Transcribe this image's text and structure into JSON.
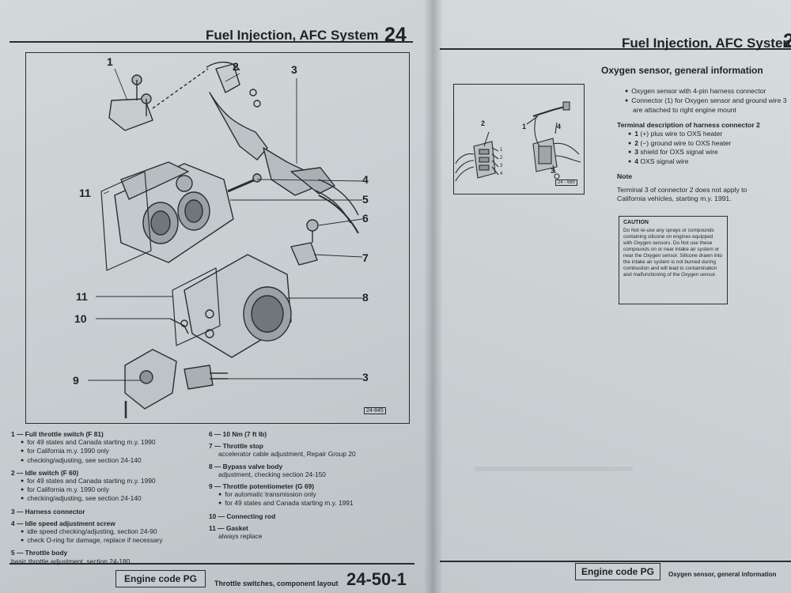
{
  "left_page": {
    "header_title": "Fuel Injection, AFC System",
    "header_number": "24",
    "figure_id": "24-845",
    "callouts": [
      "1",
      "2",
      "3",
      "4",
      "5",
      "6",
      "7",
      "8",
      "11",
      "10",
      "9",
      "3",
      "11"
    ],
    "legend_left": [
      {
        "head": "1 — Full throttle switch (F 81)",
        "lines": [
          "for 49 states and Canada starting m.y. 1990",
          "for California m.y. 1990 only",
          "checking/adjusting, see section 24-140"
        ]
      },
      {
        "head": "2 — Idle switch (F 60)",
        "lines": [
          "for 49 states and Canada starting m.y. 1990",
          "for California m.y. 1990 only",
          "checking/adjusting, see section 24-140"
        ]
      },
      {
        "head": "3 — Harness connector",
        "lines": []
      },
      {
        "head": "4 — Idle speed adjustment screw",
        "lines": [
          "idle speed checking/adjusting, section 24-90",
          "check O-ring for damage, replace if necessary"
        ]
      },
      {
        "head": "5 — Throttle body",
        "plain": "basic throttle adjustment, section 24-180"
      }
    ],
    "legend_right": [
      {
        "head": "6 — 10 Nm (7 ft lb)"
      },
      {
        "head": "7 — Throttle stop",
        "plain": "accelerator cable adjustment, Repair Group 20"
      },
      {
        "head": "8 — Bypass valve body",
        "plain": "adjustment, checking section 24-150"
      },
      {
        "head": "9 — Throttle potentiometer (G 69)",
        "lines": [
          "for automatic transmission only",
          "for 49 states and Canada starting m.y. 1991"
        ]
      },
      {
        "head": "10 — Connecting rod"
      },
      {
        "head": "11 — Gasket",
        "plain": "always replace"
      }
    ],
    "footer_box": "Engine code PG",
    "footer_caption": "Throttle switches, component layout",
    "footer_page": "24-50-1"
  },
  "right_page": {
    "header_title": "Fuel Injection, AFC System",
    "header_number": "2",
    "section_title": "Oxygen sensor, general information",
    "bullets": [
      "Oxygen sensor with 4-pin harness connector",
      "Connector (1) for Oxygen sensor and ground wire 3 are attached to right engine mount"
    ],
    "terminal_heading": "Terminal description of harness connector 2",
    "terminals": [
      {
        "n": "1",
        "t": "(+) plus wire to OXS heater"
      },
      {
        "n": "2",
        "t": "(−) ground wire to OXS heater"
      },
      {
        "n": "3",
        "t": "shield for OXS signal wire"
      },
      {
        "n": "4",
        "t": "OXS signal wire"
      }
    ],
    "note_heading": "Note",
    "note_text": "Terminal 3 of connector 2 does not apply to California vehicles, starting m.y. 1991.",
    "caution_title": "CAUTION",
    "caution_text": "Do Not re-use any sprays or compounds containing silicone on engines equipped with Oxygen sensors. Do Not use these compounds on or near intake air system or near the Oxygen sensor. Silicone drawn into the intake air system is not burned during combustion and will lead to contamination and malfunctioning of the Oxygen sensor.",
    "figure_id": "24 - 680",
    "fig_labels": [
      "2",
      "1",
      "4",
      "3",
      "1",
      "2",
      "3",
      "4"
    ],
    "footer_box": "Engine code PG",
    "footer_caption": "Oxygen sensor, general information"
  }
}
